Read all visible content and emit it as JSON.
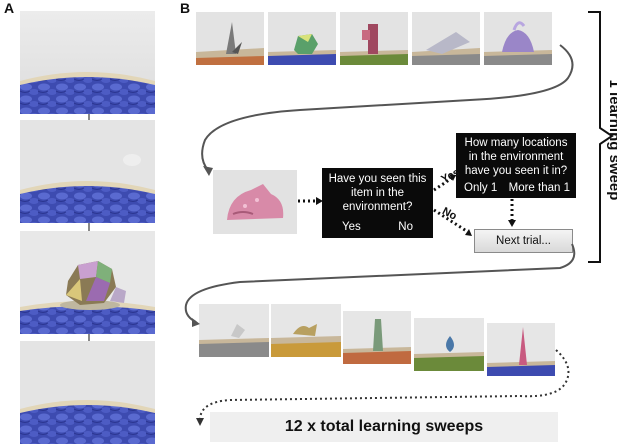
{
  "panels": {
    "a_label": "A",
    "b_label": "B"
  },
  "question_box": {
    "question": "Have you seen this item in the environment?",
    "yes": "Yes",
    "no": "No"
  },
  "locations_box": {
    "question": "How many locations in the environment have you seen it in?",
    "only_1": "Only 1",
    "more_than_1": "More than 1"
  },
  "next_trial": "Next trial...",
  "path_labels": {
    "yes": "Yes",
    "no": "No"
  },
  "sweep_label": "1 learning sweep",
  "total_label": "12 x total learning sweeps",
  "colors": {
    "water": "#3f4fb6",
    "sand": "#d9c8a2",
    "sky": "#e6e6e6",
    "box": "#0a0a0a",
    "arrow": "#555555"
  },
  "icons": [
    "down-arrow-icon",
    "dotted-arrow-icon",
    "curved-arrow-icon",
    "bracket-icon"
  ]
}
